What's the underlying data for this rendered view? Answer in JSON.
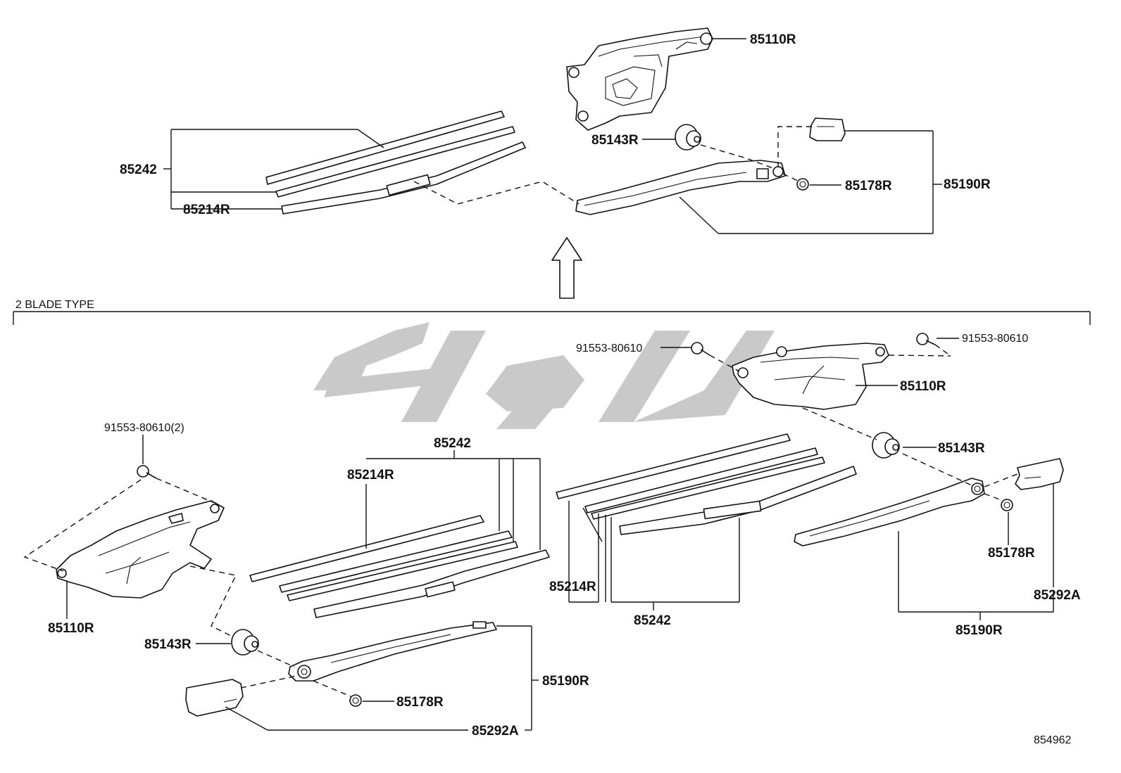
{
  "section_label": "2 BLADE TYPE",
  "diagram_id": "854962",
  "watermark": {
    "description": "grey arabic-script brand watermark",
    "color": "#c9c9c9"
  },
  "top_assembly": {
    "labels": {
      "motor": "85110R",
      "cap_ring": "85143R",
      "nut": "85178R",
      "arm_assy": "85190R",
      "blade_rubber": "85242",
      "blade": "85214R"
    }
  },
  "left_assembly": {
    "labels": {
      "bolt": "91553-80610(2)",
      "motor": "85110R",
      "cap_ring": "85143R",
      "nut": "85178R",
      "arm_assy": "85190R",
      "cover": "85292A",
      "blade_rubber": "85242",
      "blade": "85214R"
    }
  },
  "right_assembly": {
    "labels": {
      "bolt_left": "91553-80610",
      "bolt_right": "91553-80610",
      "motor": "85110R",
      "cap_ring": "85143R",
      "nut": "85178R",
      "cover": "85292A",
      "arm_assy": "85190R",
      "blade": "85214R",
      "blade_rubber": "85242"
    }
  }
}
